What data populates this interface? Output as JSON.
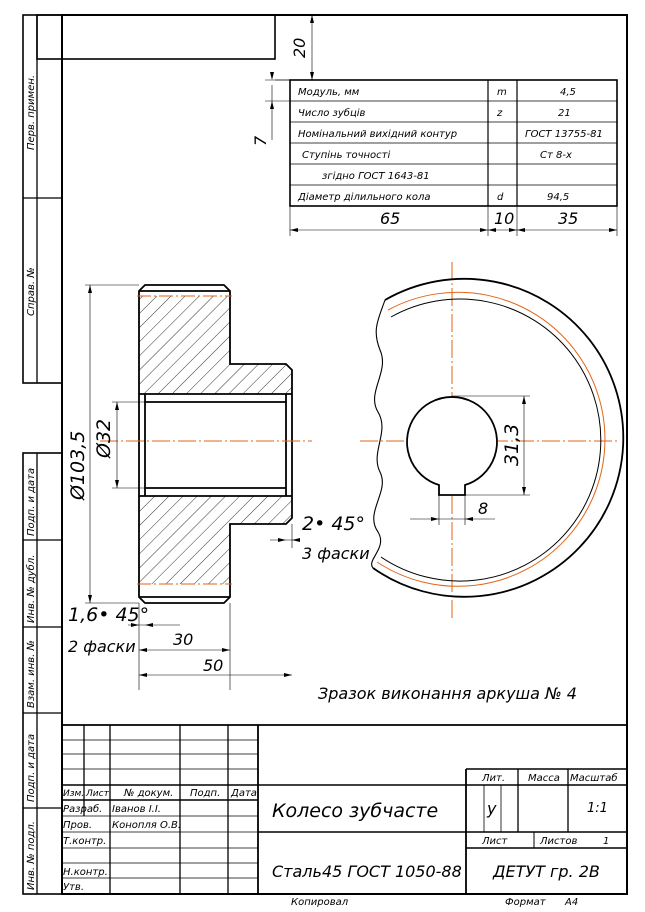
{
  "side_stamp": {
    "perv_primen": "Перв. примен.",
    "sprav_no": "Справ. №",
    "podp_data_1": "Подп. и дата",
    "inv_dubl": "Инв. № дубл.",
    "vzam_inv": "Взам. инв. №",
    "podp_data_2": "Подп. и дата",
    "inv_podl": "Инв. № подл."
  },
  "params_table": {
    "rows": [
      {
        "name": "Модуль, мм",
        "symbol": "m",
        "value": "4,5"
      },
      {
        "name": "Число зубців",
        "symbol": "z",
        "value": "21"
      },
      {
        "name": "Номінальний вихідний контур",
        "symbol": "",
        "value": "ГОСТ 13755-81"
      },
      {
        "name": "Ступінь точності",
        "symbol": "",
        "value": "Ст 8-х"
      },
      {
        "name": "згідно ГОСТ 1643-81",
        "symbol": "",
        "value": ""
      },
      {
        "name": "Діаметр ділильного кола",
        "symbol": "d",
        "value": "94,5"
      }
    ],
    "dim_20": "20",
    "dim_7": "7",
    "dim_65": "65",
    "dim_10": "10",
    "dim_35": "35"
  },
  "section_view": {
    "dia_outer": "Ø103,5",
    "dia_bore": "Ø32",
    "chamfer_1": "1,6• 45°",
    "chamfer_1_note": "2 фаски",
    "chamfer_2": "2• 45°",
    "chamfer_2_note": "3 фаски",
    "dim_30": "30",
    "dim_50": "50"
  },
  "front_view": {
    "dim_keyway_depth": "31,3",
    "dim_keyway_width": "8"
  },
  "caption": "Зразок виконання аркуша № 4",
  "title_block": {
    "col_izm": "Изм.",
    "col_list": "Лист",
    "col_dokum": "№ докум.",
    "col_podp": "Подп.",
    "col_data": "Дата",
    "row_razrab": "Разраб.",
    "row_prov": "Пров.",
    "row_tkontr": "Т.контр.",
    "row_nkontr": "Н.контр.",
    "row_utv": "Утв.",
    "razrab_name": "Іванов І.І.",
    "prov_name": "Конопля О.В.",
    "title": "Колесо зубчасте",
    "material": "Сталь45 ГОСТ 1050-88",
    "org": "ДЕТУТ гр. 2В",
    "lit_label": "Лит.",
    "massa_label": "Масса",
    "masshtab_label": "Масштаб",
    "lit_value": "у",
    "masshtab_value": "1:1",
    "list_label": "Лист",
    "listov_label": "Листов",
    "listov_value": "1",
    "kopiroval": "Копировал",
    "format_label": "Формат",
    "format_value": "А4"
  }
}
